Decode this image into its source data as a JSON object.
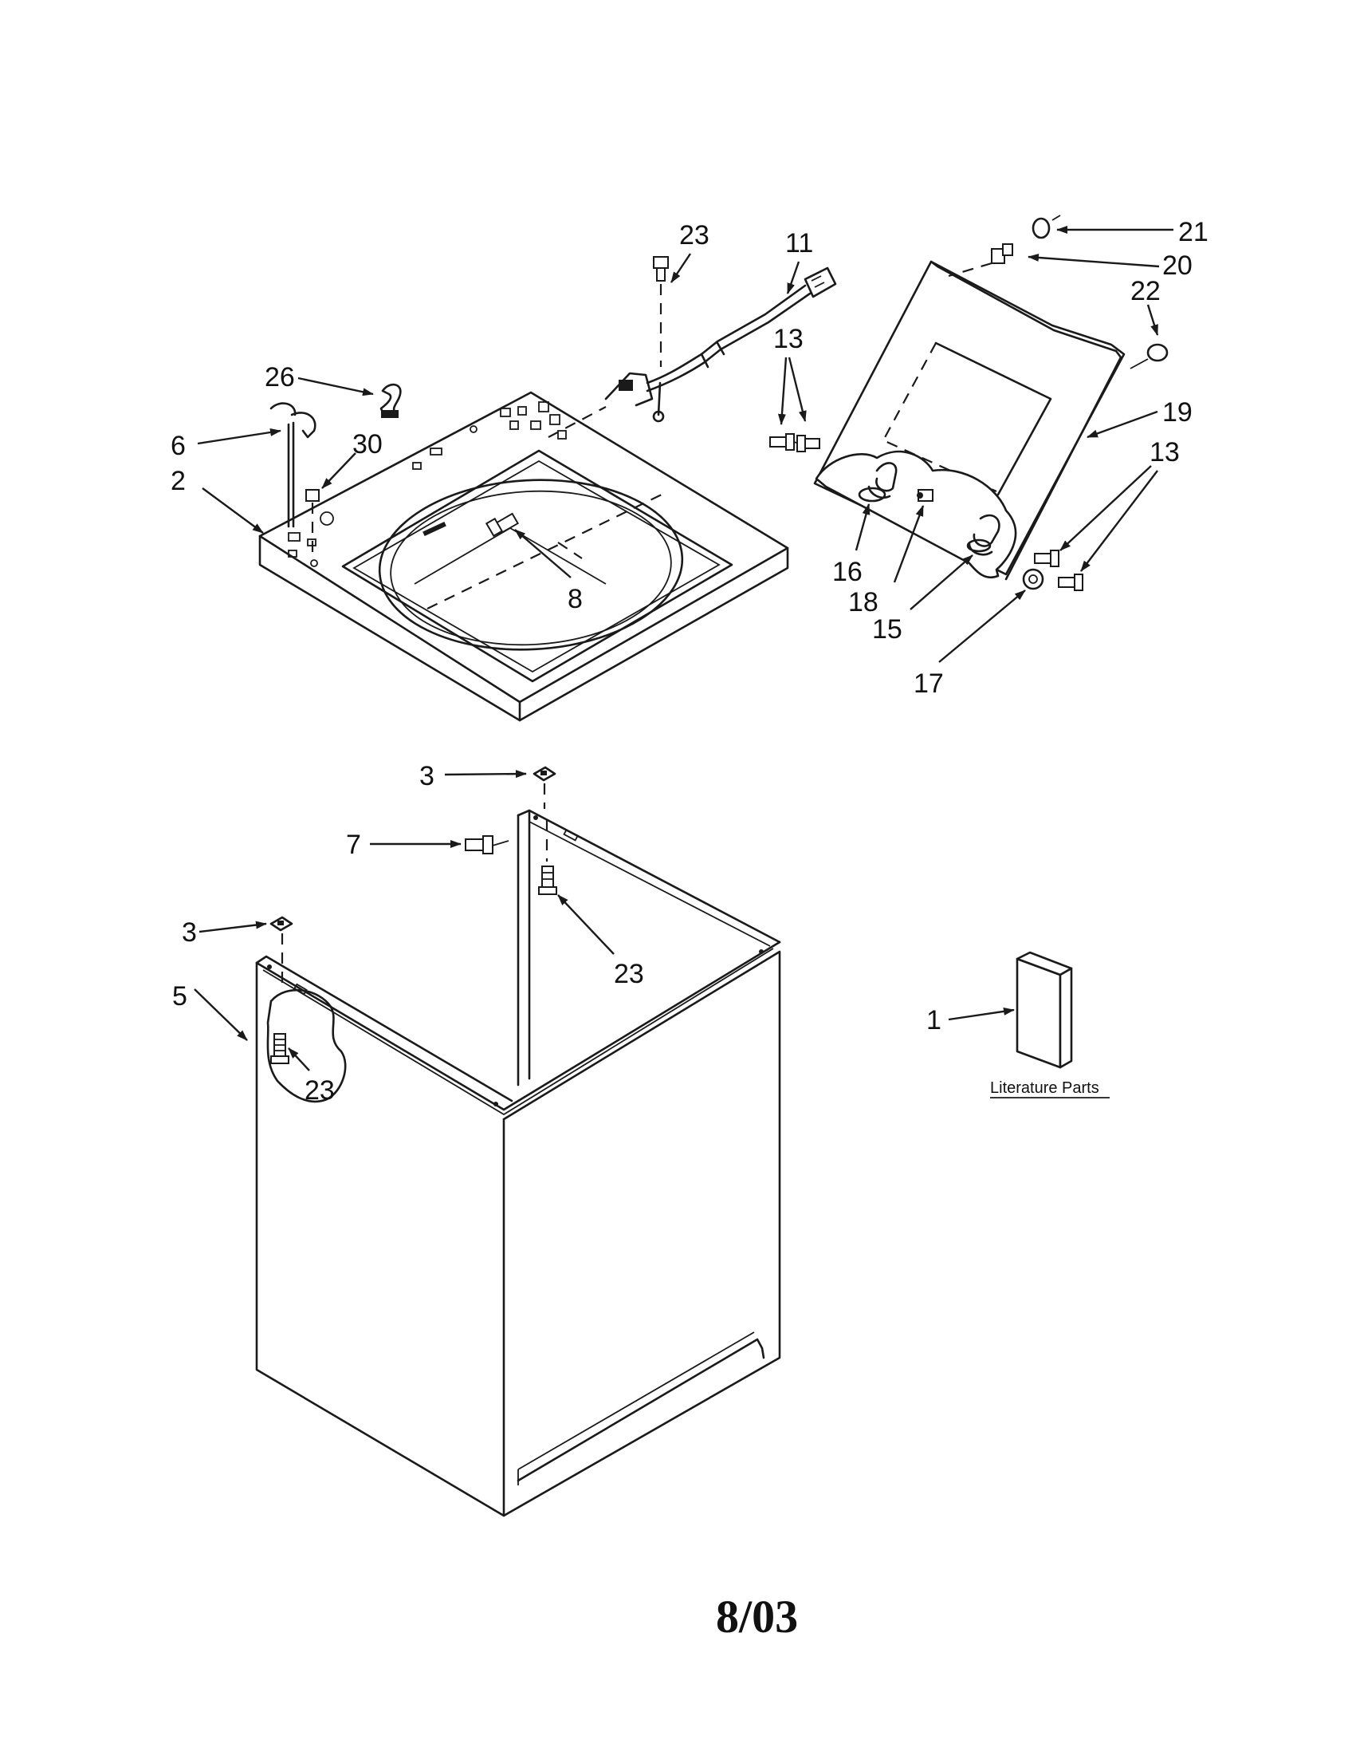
{
  "callouts": [
    {
      "id": "label-23-top",
      "text": "23"
    },
    {
      "id": "label-11",
      "text": "11"
    },
    {
      "id": "label-21",
      "text": "21"
    },
    {
      "id": "label-20",
      "text": "20"
    },
    {
      "id": "label-22",
      "text": "22"
    },
    {
      "id": "label-13-top",
      "text": "13"
    },
    {
      "id": "label-19",
      "text": "19"
    },
    {
      "id": "label-13-right",
      "text": "13"
    },
    {
      "id": "label-26",
      "text": "26"
    },
    {
      "id": "label-6",
      "text": "6"
    },
    {
      "id": "label-30",
      "text": "30"
    },
    {
      "id": "label-2",
      "text": "2"
    },
    {
      "id": "label-8",
      "text": "8"
    },
    {
      "id": "label-16",
      "text": "16"
    },
    {
      "id": "label-18",
      "text": "18"
    },
    {
      "id": "label-15",
      "text": "15"
    },
    {
      "id": "label-17",
      "text": "17"
    },
    {
      "id": "label-3-top",
      "text": "3"
    },
    {
      "id": "label-7",
      "text": "7"
    },
    {
      "id": "label-23-mid",
      "text": "23"
    },
    {
      "id": "label-3-left",
      "text": "3"
    },
    {
      "id": "label-5",
      "text": "5"
    },
    {
      "id": "label-23-bottom",
      "text": "23"
    },
    {
      "id": "label-1",
      "text": "1"
    }
  ],
  "literature_caption": "Literature Parts",
  "page_date": "8/03"
}
